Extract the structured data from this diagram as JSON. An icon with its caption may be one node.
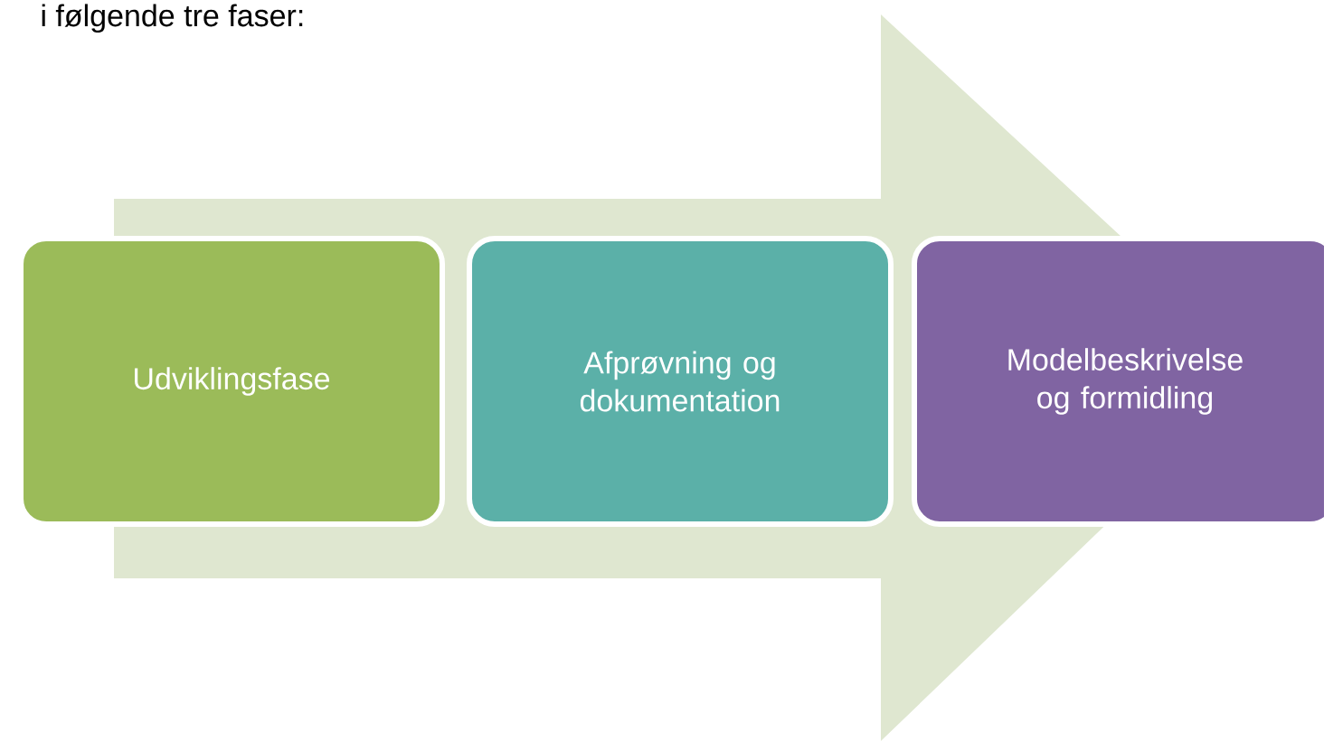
{
  "diagram": {
    "nodes": [
      {
        "text": [
          "Udviklingsfase"
        ]
      },
      {
        "text": [
          "Afprøvning og dokumentation"
        ]
      },
      {
        "text": [
          "Modelbeskrivelse og formidling"
        ]
      }
    ],
    "edges": [
      {
        "from": 0,
        "to": 2,
        "arrow": "to"
      }
    ],
    "labels": [
      "i følgende tre faser:"
    ]
  }
}
